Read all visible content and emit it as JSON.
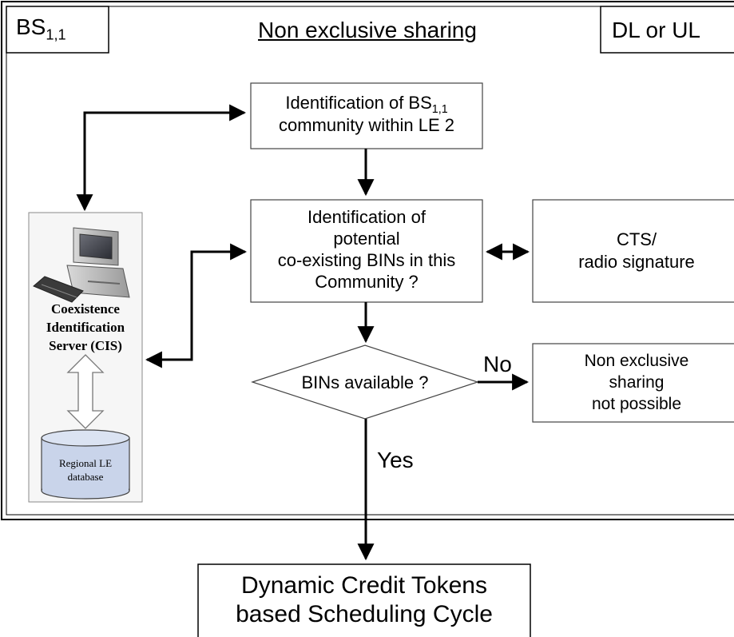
{
  "header": {
    "bs_label": "BS",
    "bs_subscript": "1,1",
    "title": "Non exclusive sharing",
    "direction": "DL or UL"
  },
  "boxes": {
    "community_line1": "Identification of BS",
    "community_subscript": "1,1",
    "community_line2": "community within LE 2",
    "potential_lines": [
      "Identification of",
      "potential",
      "co-existing BINs in this",
      "Community ?"
    ],
    "cts_lines": [
      "CTS/",
      "radio signature"
    ],
    "decision": "BINs available ?",
    "not_possible_lines": [
      "Non exclusive",
      "sharing",
      "not possible"
    ],
    "final_lines": [
      "Dynamic Credit Tokens",
      "based Scheduling Cycle"
    ]
  },
  "edge_labels": {
    "no": "No",
    "yes": "Yes"
  },
  "server": {
    "label_lines": [
      "Coexistence",
      "Identification",
      "Server (CIS)"
    ],
    "db_lines": [
      "Regional LE",
      "database"
    ]
  }
}
